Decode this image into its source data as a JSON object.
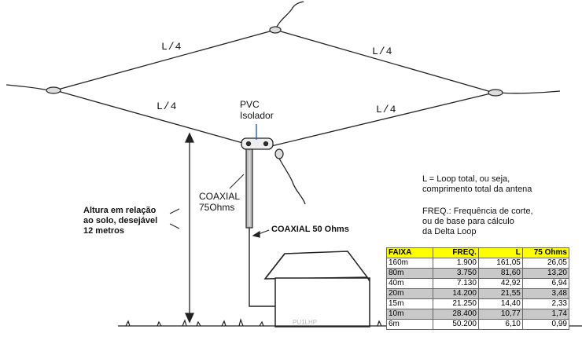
{
  "antenna": {
    "side_labels": [
      "L/4",
      "L/4",
      "L/4",
      "L/4"
    ]
  },
  "labels": {
    "pvc": "PVC",
    "isolador": "Isolador",
    "coax75_line1": "COAXIAL",
    "coax75_line2": "75Ohms",
    "coax50": "COAXIAL 50 Ohms",
    "altura_line1": "Altura em relação",
    "altura_line2": "ao solo, desejável",
    "altura_line3": "12 metros",
    "watermark": "PU1LHP"
  },
  "notes": {
    "l_line1": "L = Loop total, ou seja,",
    "l_line2": "comprimento total da antena",
    "freq_line1": "FREQ.: Frequência de corte,",
    "freq_line2": "ou de base para cálculo",
    "freq_line3": "da Delta Loop"
  },
  "table": {
    "headers": [
      "FAIXA",
      "FREQ.",
      "L",
      "75 Ohms"
    ],
    "rows": [
      [
        "160m",
        "1.900",
        "161,05",
        "26,05"
      ],
      [
        "80m",
        "3.750",
        "81,60",
        "13,20"
      ],
      [
        "40m",
        "7.130",
        "42,92",
        "6,94"
      ],
      [
        "20m",
        "14.200",
        "21,55",
        "3,48"
      ],
      [
        "15m",
        "21.250",
        "14,40",
        "2,33"
      ],
      [
        "10m",
        "28.400",
        "10,77",
        "1,74"
      ],
      [
        "6m",
        "50.200",
        "6,10",
        "0,99"
      ]
    ]
  },
  "colors": {
    "header_bg": "#ffff00",
    "shaded_row_bg": "#c9c9c9",
    "pointer_line": "#1f5fd6"
  }
}
